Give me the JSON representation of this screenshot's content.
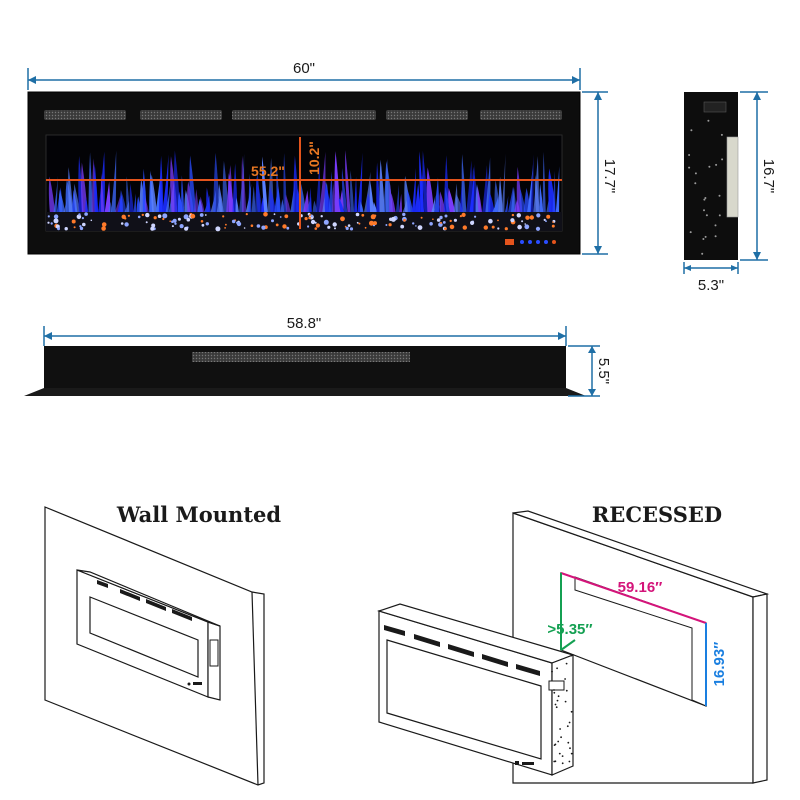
{
  "colors": {
    "dimension_line": "#1f6fa6",
    "inner_line": "#e4541c",
    "inner_text": "#e87722",
    "flame_blue": "#2a4dff",
    "flame_purple": "#7a3cff",
    "ember_orange": "#ff7a2a",
    "width_spec": "#d4147a",
    "depth_spec": "#14a052",
    "height_spec": "#1a7fe0"
  },
  "front_view": {
    "width": "60\"",
    "height": "17.7\"",
    "viewable_width": "55.2\"",
    "viewable_height": "10.2\""
  },
  "side_view": {
    "height": "16.7\"",
    "depth": "5.3\""
  },
  "top_view": {
    "width": "58.8\"",
    "depth": "5.5\""
  },
  "installation": {
    "wall_mounted": {
      "heading": "Wall Mounted"
    },
    "recessed": {
      "heading": "RECESSED",
      "width": "59.16″",
      "depth": ">5.35″",
      "height": "16.93″"
    }
  }
}
